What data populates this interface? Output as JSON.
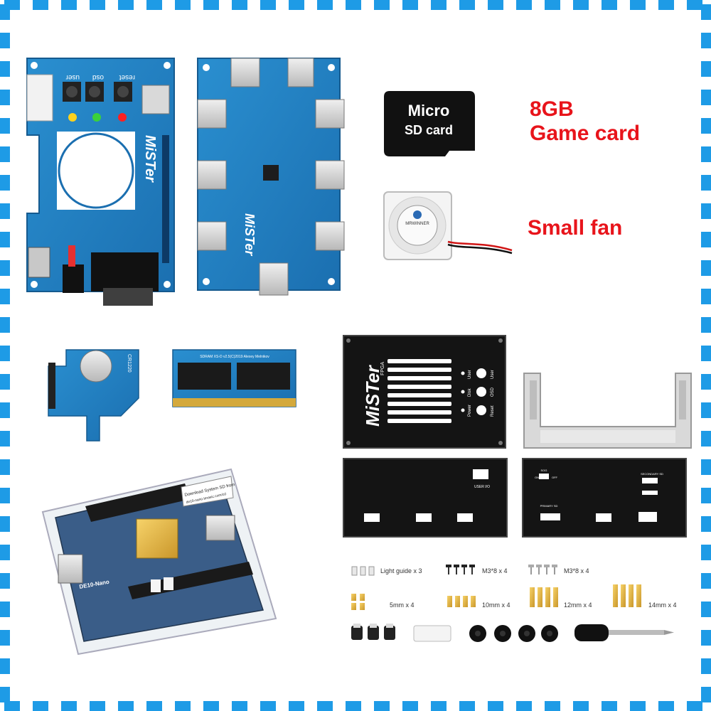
{
  "frame": {
    "border_color": "#1e9be6",
    "background": "#ffffff"
  },
  "labels": {
    "sd_card_line1": "Micro",
    "sd_card_line2": "SD card",
    "game_card_line1": "8GB",
    "game_card_line2": "Game card",
    "small_fan": "Small fan",
    "accent_color": "#e8141b"
  },
  "boards": {
    "io_board_brand": "MiSTer",
    "io_button_labels": [
      "user",
      "osd",
      "reset"
    ],
    "usb_hub_brand": "MiSTer",
    "rtc_board_label": "CR1220",
    "sdram_board_label": "SDRAM XS-D v2.5(C)2019 Alexey Melnikov",
    "de10_sticker_line1": "Download System SD from",
    "de10_sticker_line2": "de10-nano.terasic.com/cd",
    "de10_chip_label": "DE10-Nano",
    "fan_brand": "MRWINNER"
  },
  "case": {
    "top_brand": "MiSTer",
    "top_sub": "FPGA",
    "indicator_labels": [
      "User",
      "Disk",
      "Power"
    ],
    "button_labels": [
      "User",
      "OSD",
      "Reset"
    ],
    "front_panel_label": "USER I/O",
    "rear_labels": [
      "SOG",
      "ON",
      "OFF",
      "SECONDARY SD",
      "PRIMARY SD"
    ]
  },
  "accessories": {
    "light_guide": "Light guide x 3",
    "screws_black": "M3*8 x 4",
    "screws_silver": "M3*8 x 4",
    "standoff_5": "5mm x 4",
    "standoff_10": "10mm x 4",
    "standoff_12": "12mm x 4",
    "standoff_14": "14mm x 4"
  }
}
